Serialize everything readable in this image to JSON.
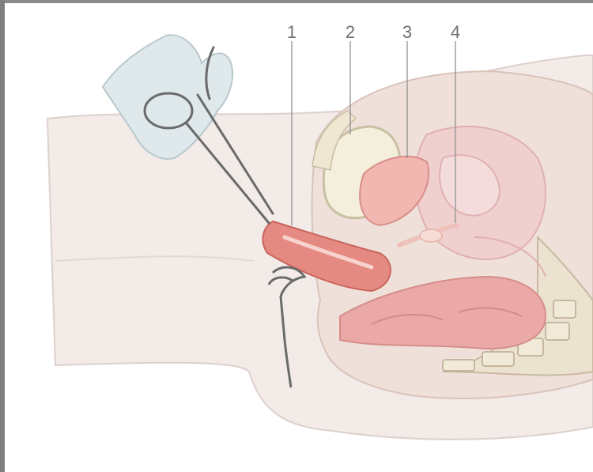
{
  "labels": [
    {
      "id": "1",
      "text": "1"
    },
    {
      "id": "2",
      "text": "2"
    },
    {
      "id": "3",
      "text": "3"
    },
    {
      "id": "4",
      "text": "4"
    }
  ],
  "colors": {
    "frame": "#7f7f7f",
    "body_skin": "#f1e8e4",
    "pelvis_wall": "#efe2da",
    "bladder_wall": "#f2eddc",
    "uterus_red": "#e8877f",
    "uterus_light": "#f3b8ae",
    "rectum": "#e9a8a4",
    "ovary": "#f6dcd6",
    "glove": "#dfe9ec",
    "instrument": "#6a6a6a"
  },
  "icons": [
    "forceps-instrument",
    "speculum-instrument",
    "gloved-hand"
  ]
}
